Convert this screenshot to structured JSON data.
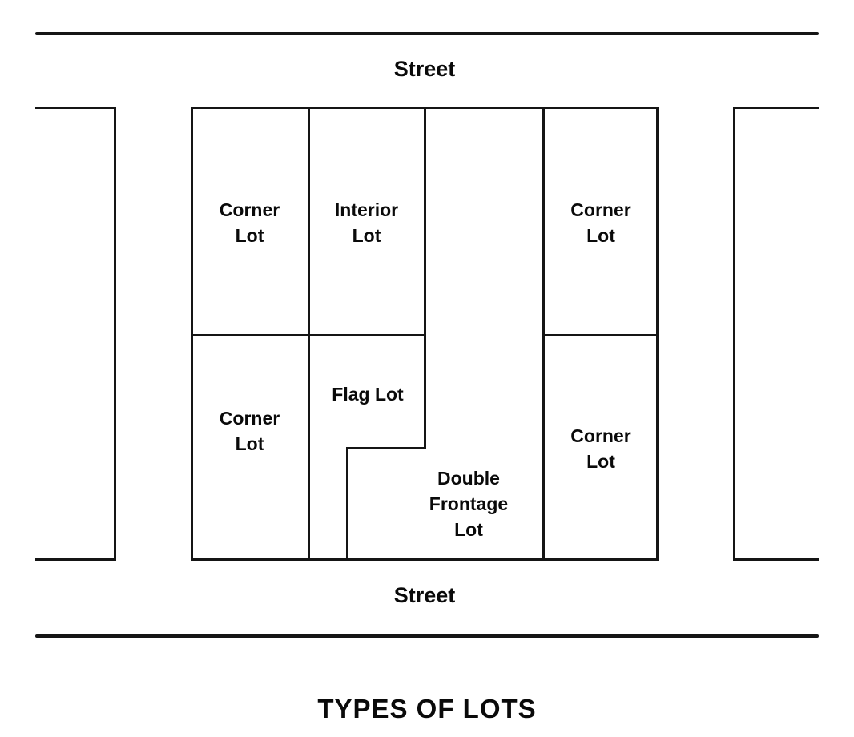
{
  "title": "TYPES OF LOTS",
  "street_top": "Street",
  "street_bottom": "Street",
  "lots": {
    "corner_top_left": "Corner\nLot",
    "interior": "Interior\nLot",
    "corner_top_right": "Corner\nLot",
    "corner_bottom_left": "Corner\nLot",
    "flag": "Flag Lot",
    "corner_bottom_right": "Corner\nLot",
    "double_frontage": "Double\nFrontage\nLot"
  }
}
